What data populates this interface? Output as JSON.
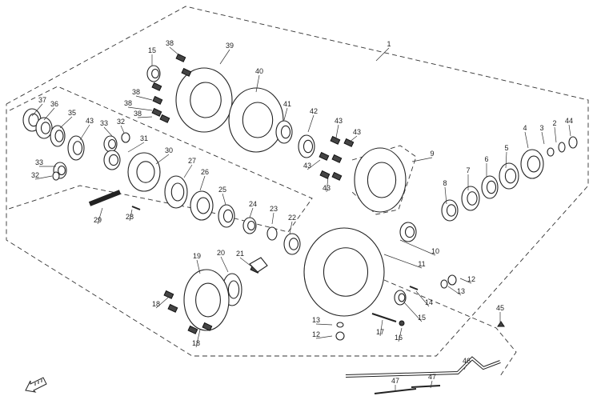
{
  "diagram": {
    "callouts": [
      "1",
      "38",
      "39",
      "15",
      "40",
      "38",
      "38",
      "38",
      "41",
      "42",
      "43",
      "43",
      "43",
      "43",
      "37",
      "36",
      "35",
      "43",
      "33",
      "32",
      "31",
      "30",
      "27",
      "26",
      "25",
      "33",
      "32",
      "29",
      "28",
      "24",
      "23",
      "22",
      "9",
      "4",
      "3",
      "2",
      "44",
      "5",
      "6",
      "7",
      "8",
      "10",
      "11",
      "12",
      "13",
      "14",
      "15",
      "16",
      "17",
      "13",
      "12",
      "19",
      "20",
      "21",
      "18",
      "18",
      "45",
      "46",
      "47",
      "47"
    ],
    "orientation_icon": "front-arrow-icon"
  }
}
